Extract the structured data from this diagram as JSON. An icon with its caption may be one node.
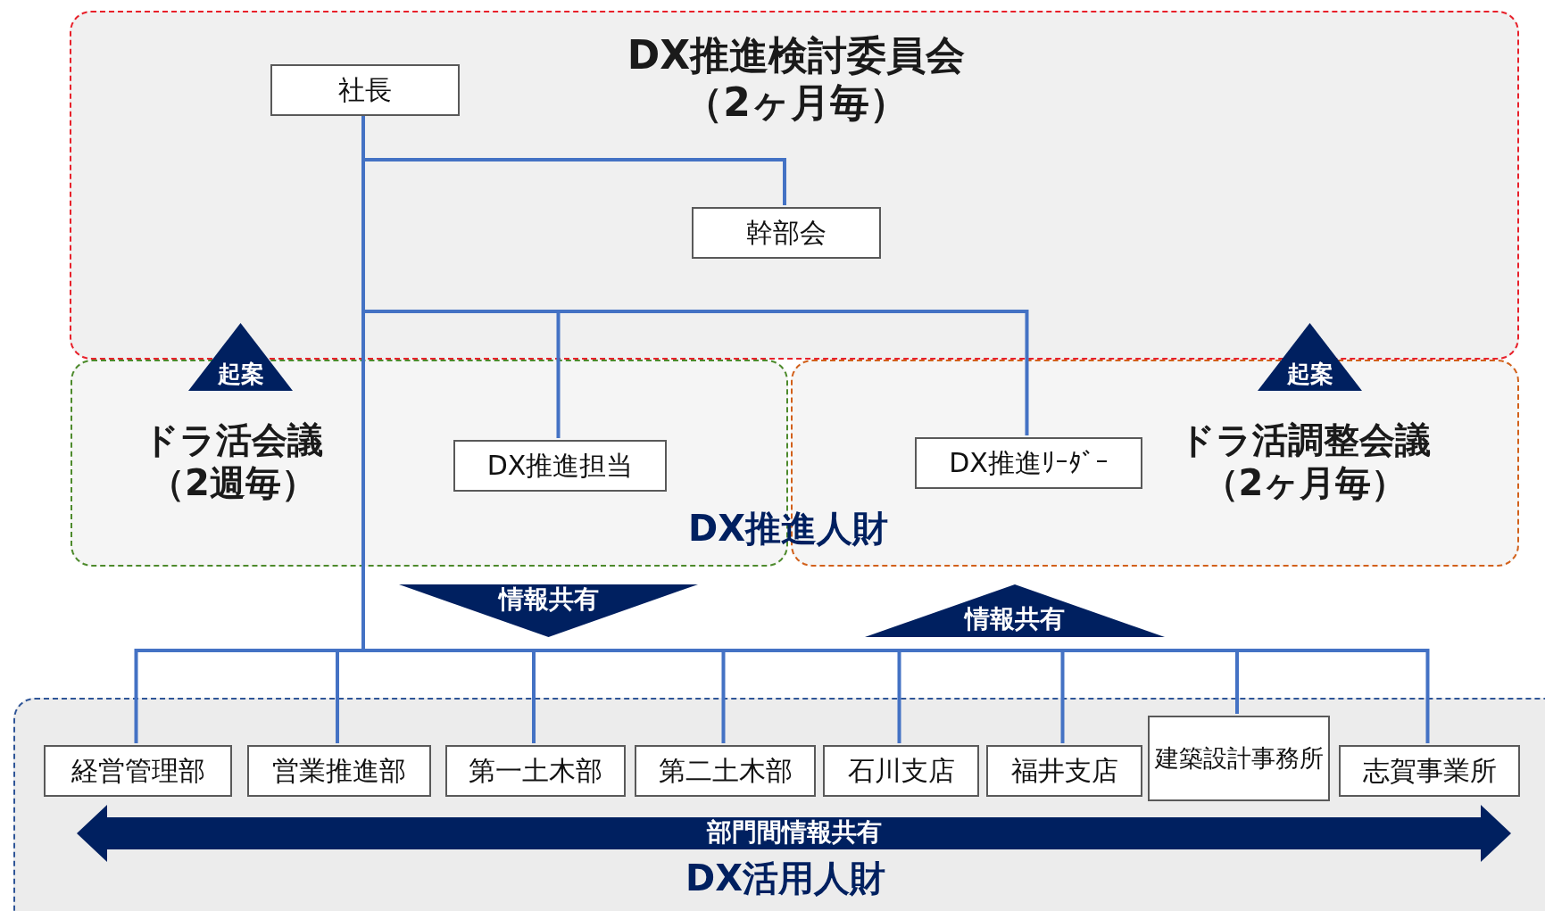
{
  "diagram": {
    "nodes": [
      {
        "text": [
          "DX推進検討委員会（2ヶ月毎）"
        ]
      },
      {
        "text": [
          "社長"
        ],
        "in": 0
      },
      {
        "text": [
          "幹部会"
        ],
        "in": 0
      },
      {
        "text": [
          "ドラ活会議（2週毎）"
        ]
      },
      {
        "text": [
          "ドラ活調整会議（2ヶ月毎）"
        ]
      },
      {
        "text": [
          "DX推進担当"
        ],
        "in": 3
      },
      {
        "text": [
          "DX推進ﾘｰﾀﾞｰ"
        ],
        "in": 4
      },
      {
        "text": [
          "起案"
        ]
      },
      {
        "text": [
          "起案"
        ]
      },
      {
        "text": [
          "情報共有"
        ]
      },
      {
        "text": [
          "情報共有"
        ]
      },
      {
        "text": [
          "DX活用人財"
        ]
      },
      {
        "text": [
          "経営管理部"
        ],
        "in": 11
      },
      {
        "text": [
          "営業推進部"
        ],
        "in": 11
      },
      {
        "text": [
          "第一土木部"
        ],
        "in": 11
      },
      {
        "text": [
          "第二土木部"
        ],
        "in": 11
      },
      {
        "text": [
          "石川支店"
        ],
        "in": 11
      },
      {
        "text": [
          "福井支店"
        ],
        "in": 11
      },
      {
        "text": [
          "建築設計事務所"
        ],
        "in": 11
      },
      {
        "text": [
          "志賀事業所"
        ],
        "in": 11
      },
      {
        "text": [
          "部門間情報共有"
        ],
        "in": 11
      }
    ],
    "edges": [
      {
        "from": 1,
        "to": 2,
        "arrow": "none"
      },
      {
        "from": 1,
        "to": 5,
        "arrow": "none"
      },
      {
        "from": 1,
        "to": 6,
        "arrow": "none"
      },
      {
        "from": 1,
        "to": 12,
        "arrow": "none"
      },
      {
        "from": 1,
        "to": 13,
        "arrow": "none"
      },
      {
        "from": 1,
        "to": 14,
        "arrow": "none"
      },
      {
        "from": 1,
        "to": 15,
        "arrow": "none"
      },
      {
        "from": 1,
        "to": 16,
        "arrow": "none"
      },
      {
        "from": 1,
        "to": 17,
        "arrow": "none"
      },
      {
        "from": 1,
        "to": 18,
        "arrow": "none"
      },
      {
        "from": 1,
        "to": 19,
        "arrow": "none"
      }
    ],
    "labels": [
      "DX推進人財"
    ]
  }
}
